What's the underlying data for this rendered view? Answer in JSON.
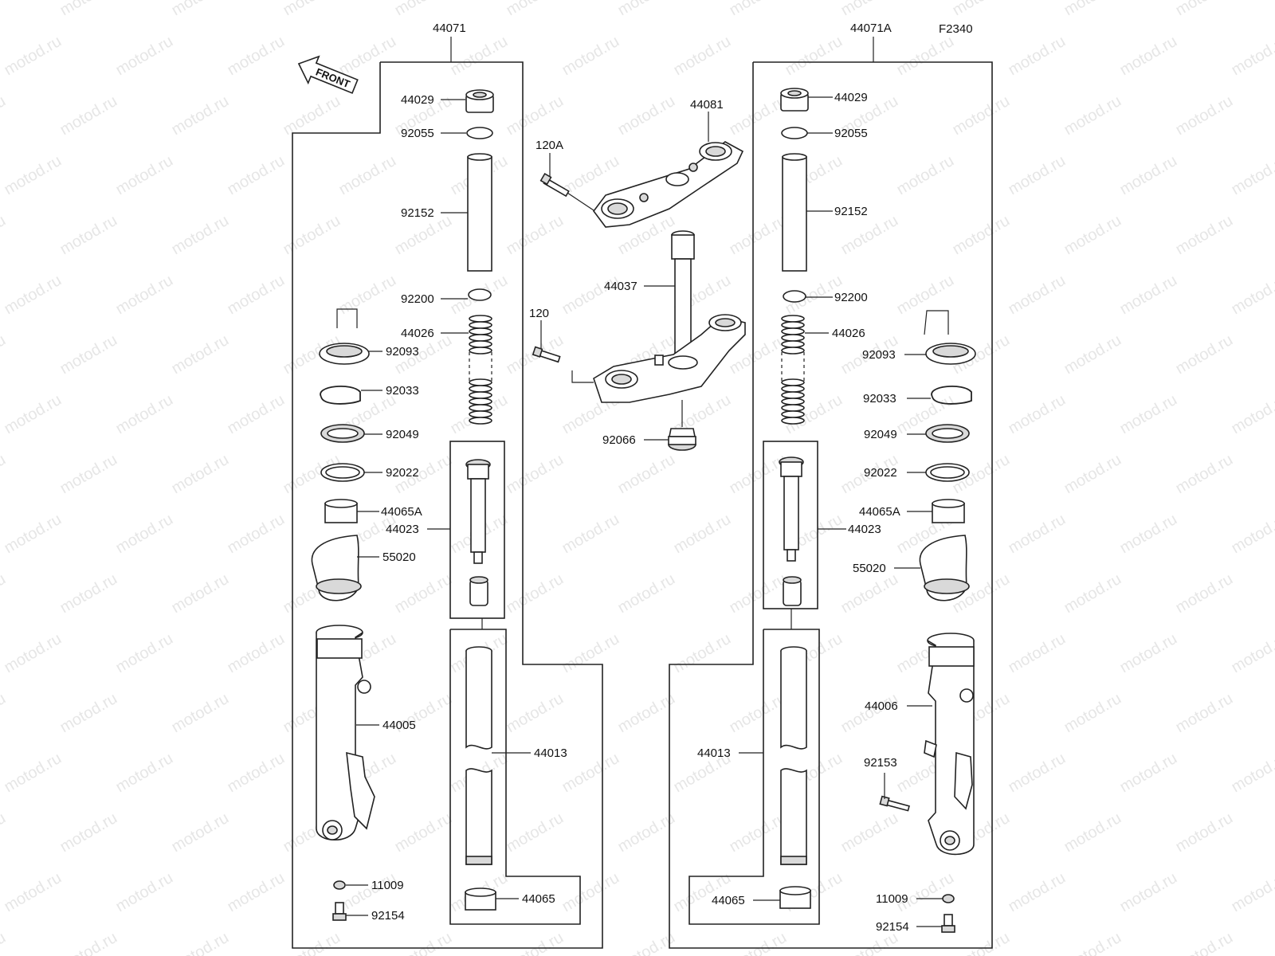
{
  "diagram_code": "F2340",
  "watermark": "motod.ru",
  "front_arrow_label": "FRONT",
  "assemblies": {
    "left": "44071",
    "right": "44071A"
  },
  "parts": {
    "left": {
      "p44029": "44029",
      "p92055": "92055",
      "p92152": "92152",
      "p92200": "92200",
      "p44026": "44026",
      "p92093": "92093",
      "p92033": "92033",
      "p92049": "92049",
      "p92022": "92022",
      "p44065A": "44065A",
      "p44023": "44023",
      "p55020": "55020",
      "p44005": "44005",
      "p44013": "44013",
      "p44065": "44065",
      "p11009": "11009",
      "p92154": "92154"
    },
    "center": {
      "p44081": "44081",
      "p120A": "120A",
      "p44037": "44037",
      "p120": "120",
      "p92066": "92066"
    },
    "right": {
      "p44029": "44029",
      "p92055": "92055",
      "p92152": "92152",
      "p92200": "92200",
      "p44026": "44026",
      "p92093": "92093",
      "p92033": "92033",
      "p92049": "92049",
      "p92022": "92022",
      "p44065A": "44065A",
      "p44023": "44023",
      "p55020": "55020",
      "p44006": "44006",
      "p44013": "44013",
      "p92153": "92153",
      "p44065": "44065",
      "p11009": "11009",
      "p92154": "92154"
    }
  }
}
